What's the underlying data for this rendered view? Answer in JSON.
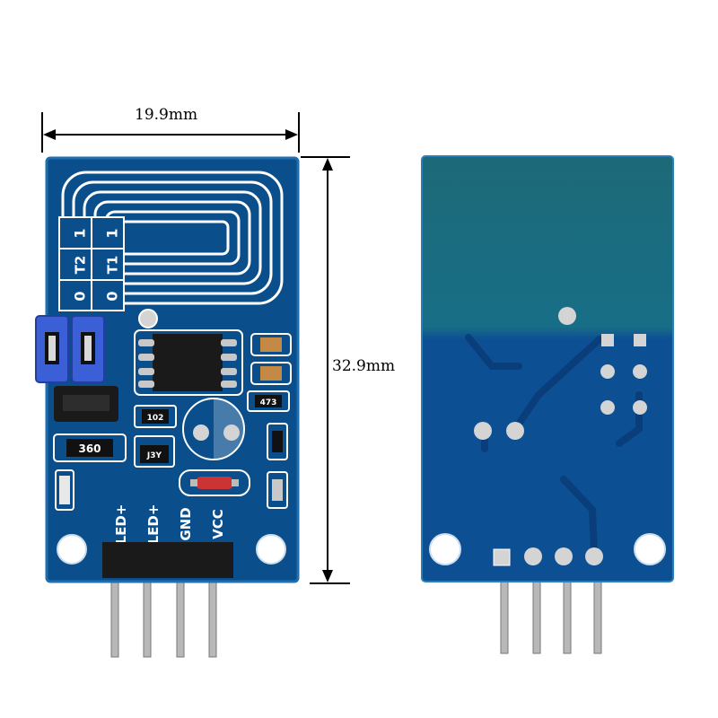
{
  "dimensions": {
    "width_label": "19.9mm",
    "height_label": "32.9mm"
  },
  "front_board": {
    "pin_labels": [
      "LED+",
      "LED+",
      "GND",
      "VCC"
    ],
    "jumper_labels": {
      "row1": [
        "1",
        "1"
      ],
      "row2": [
        "T2",
        "T1"
      ],
      "row3": [
        "0",
        "0"
      ]
    },
    "resistor_360_label": "360",
    "resistor_102_label": "102",
    "resistor_473_label": "473",
    "transistor_label": "J3Y"
  },
  "colors": {
    "pcb_blue": "#0a4f8c",
    "pcb_edge": "#1f6fb0",
    "silkscreen": "#ffffff",
    "jumper_blue": "#3b5fd6",
    "back_pcb_top": "#1c6a78",
    "back_pcb_bottom": "#0d4f93",
    "pin_metal": "#b8b8b8",
    "header_black": "#1a1a1a"
  }
}
